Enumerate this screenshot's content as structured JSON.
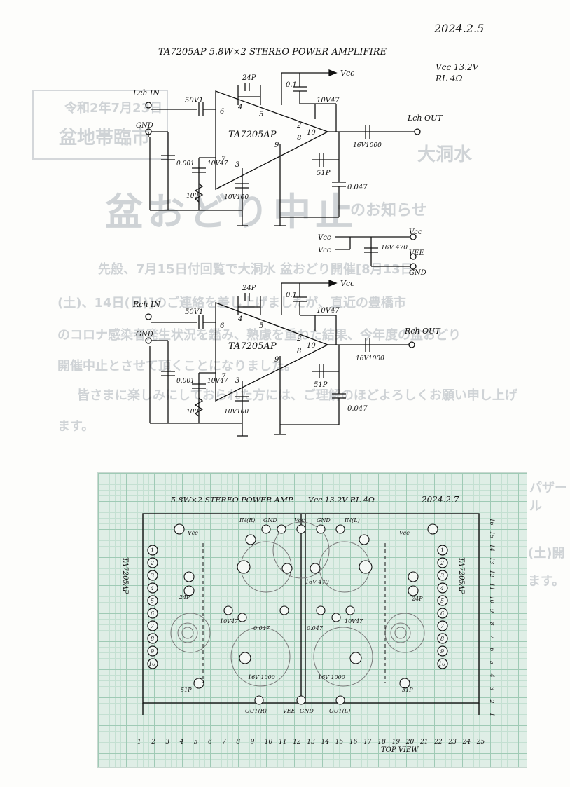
{
  "date_top": "2024.2.5",
  "title": "TA7205AP 5.8W×2 STEREO POWER AMPLIFIRE",
  "spec_vcc": "Vcc 13.2V",
  "spec_rl": "RL 4Ω",
  "ic_name": "TA7205AP",
  "vcc_label": "Vcc",
  "vee_label": "VEE",
  "gnd_label": "GND",
  "lch_in": "Lch IN",
  "rch_in": "Rch IN",
  "lch_out": "Lch OUT",
  "rch_out": "Rch OUT",
  "pins": {
    "p1": "1",
    "p2": "2",
    "p3": "3",
    "p4": "4",
    "p5": "5",
    "p6": "6",
    "p7": "7",
    "p8": "8",
    "p9": "9",
    "p10": "10"
  },
  "parts": {
    "c_in": "50V1",
    "c_5p": "24P",
    "c_01": "0.1",
    "c_10v47": "10V47",
    "c_out": "16V1000",
    "c_51p": "51P",
    "c_047": "0.047",
    "c_001": "0.001",
    "c_47": "10V47",
    "r_100": "100",
    "c_100": "10V100",
    "c_ps": "16V 470"
  },
  "ghost_text": {
    "stamp_date": "令和2年7月23日",
    "stamp_org": "盆地帯臨市",
    "org": "大洞水",
    "headline": "盆おどり中止",
    "headline_small": "のお知らせ",
    "line1": "先般、7月15日付回覧で大洞水 盆おどり開催[8月13日",
    "line2": "(土)、14日(日)]のご連絡を差し上げましたが、直近の豊橋市",
    "line3": "のコロナ感染者発生状況を鑑み、熟慮を重ねた結果、今年度の盆おどり",
    "line4": "開催中止とさせて頂くことになりました。",
    "line5": "皆さまに楽しみにしておられた方には、ご理解のほどよろしくお願い申し上げ",
    "line6": "ます。",
    "side1": "(土)開",
    "side2": "ます。",
    "box_title": "パザール"
  },
  "layout": {
    "header": "5.8W×2 STEREO POWER AMP.",
    "header_spec": "Vcc 13.2V RL 4Ω",
    "date": "2024.2.7",
    "ic_left": "TA7205AP",
    "ic_right": "TA7205AP",
    "top_view": "TOP VIEW",
    "in_r": "IN(R)",
    "in_l": "IN(L)",
    "gnd": "GND",
    "vcc": "Vcc",
    "out_r": "OUT(R)",
    "vee": "VEE",
    "out_l": "OUT(L)",
    "c_470": "16V 470",
    "c_1000a": "16V 1000",
    "c_1000b": "16V 1000",
    "col_numbers": [
      "1",
      "2",
      "3",
      "4",
      "5",
      "6",
      "7",
      "8",
      "9",
      "10",
      "11",
      "12",
      "13",
      "14",
      "15",
      "16",
      "17",
      "18",
      "19",
      "20",
      "21",
      "22",
      "23",
      "24",
      "25"
    ],
    "row_numbers": [
      "1",
      "2",
      "3",
      "4",
      "5",
      "6",
      "7",
      "8",
      "9",
      "10",
      "11",
      "12",
      "13",
      "14",
      "15",
      "16"
    ]
  }
}
